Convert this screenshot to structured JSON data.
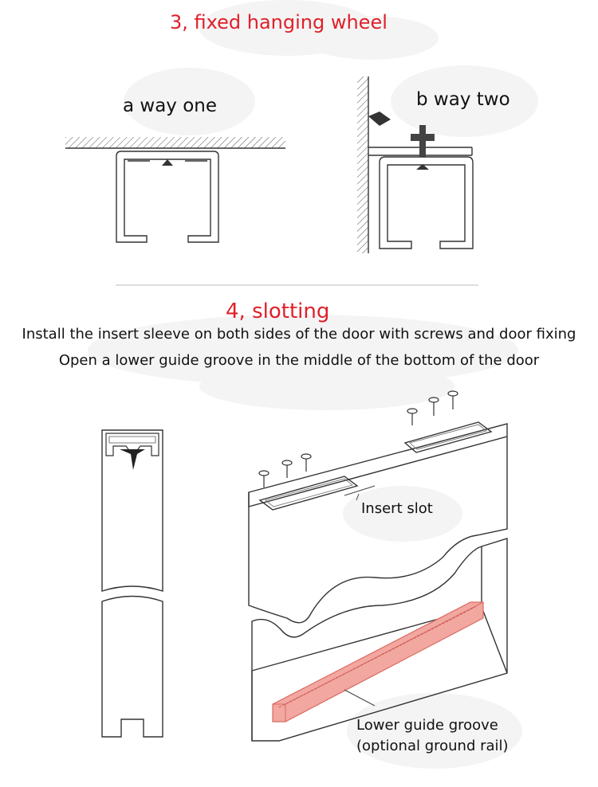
{
  "section3": {
    "title": "3, fixed hanging wheel",
    "way_one": "a way one",
    "way_two": "b way two"
  },
  "section4": {
    "title": "4, slotting",
    "line1": "Install the insert sleeve on both sides of the door with screws and door fixing",
    "line2": "Open a lower guide groove in the middle of the bottom of the door"
  },
  "labels": {
    "insert_slot": "Insert slot",
    "lower_groove": "Lower guide groove",
    "ground_rail": "(optional ground rail)"
  },
  "colors": {
    "title_red": "#e0202a",
    "groove_fill": "#f2a7a0",
    "groove_stroke": "#d96b62"
  }
}
